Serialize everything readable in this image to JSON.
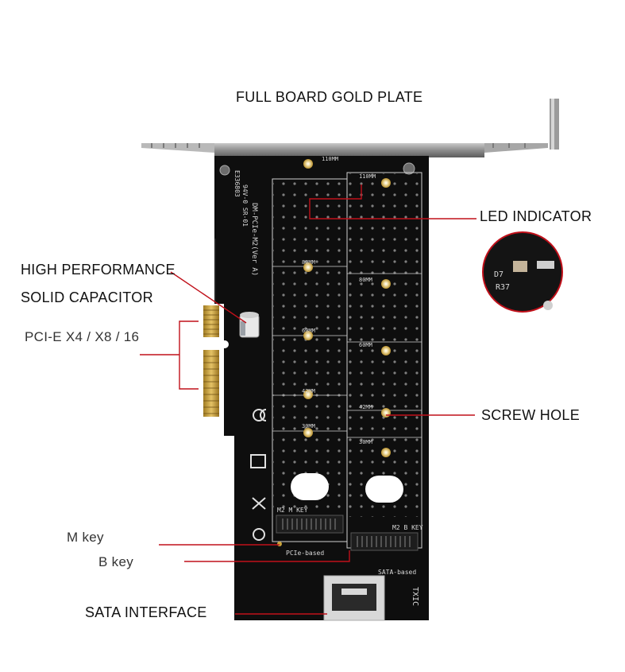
{
  "labels": {
    "title": "FULL BOARD  GOLD PLATE",
    "led_indicator": "LED INDICATOR",
    "capacitor_line1": "HIGH PERFORMANCE",
    "capacitor_line2": "SOLID CAPACITOR",
    "pcie": "PCI-E X4 / X8 / 16",
    "screw_hole": "SCREW HOLE",
    "m_key": "M key",
    "b_key": "B key",
    "sata": "SATA INTERFACE"
  },
  "board_silkscreen": {
    "model": "DM-PCIe-M2(Ver A)",
    "cert": "94V-0 SR-01",
    "code": "E336803",
    "slot_m": "M2 M KEY",
    "slot_b": "M2 B KEY",
    "pcie_based": "PCIe-based",
    "sata_based": "SATA-based",
    "brand": "TXIC",
    "sizes": [
      "110MM",
      "80MM",
      "60MM",
      "42MM",
      "30MM"
    ],
    "led_marks": [
      "D7",
      "R37"
    ]
  },
  "colors": {
    "board": "#0e0e0e",
    "gold": "#c9a23a",
    "leader_line": "#c0101a",
    "bracket": "#8a8a8a"
  }
}
